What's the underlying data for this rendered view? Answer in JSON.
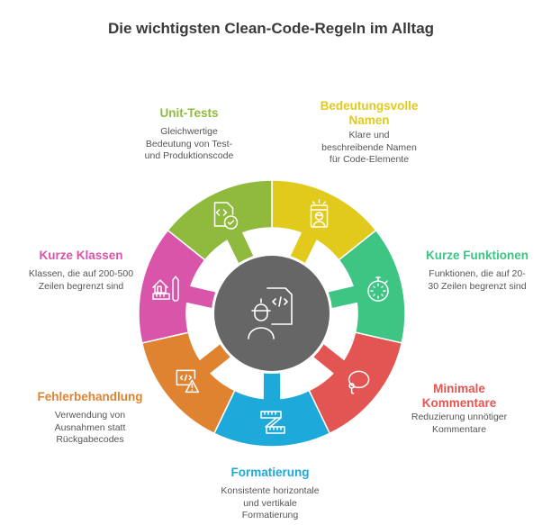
{
  "title": "Die wichtigsten Clean-Code-Regeln im Alltag",
  "center": {
    "icon": "developer-with-code-icon",
    "color": "#666666"
  },
  "segments": [
    {
      "id": "bedeutungsvolle-namen",
      "title": "Bedeutungsvolle Namen",
      "title_line1": "Bedeutungsvolle",
      "title_line2": "Namen",
      "desc_line1": "Klare und",
      "desc_line2": "beschreibende Namen",
      "desc_line3": "für Code-Elemente",
      "color": "#e1ca1c",
      "icon": "id-badge-icon"
    },
    {
      "id": "kurze-funktionen",
      "title": "Kurze Funktionen",
      "desc_line1": "Funktionen, die auf 20-",
      "desc_line2": "30 Zeilen begrenzt sind",
      "color": "#3ec584",
      "icon": "stopwatch-icon"
    },
    {
      "id": "minimale-kommentare",
      "title": "Minimale Kommentare",
      "title_line1": "Minimale",
      "title_line2": "Kommentare",
      "desc_line1": "Reduzierung unnötiger",
      "desc_line2": "Kommentare",
      "color": "#e35552",
      "icon": "speech-bubble-icon"
    },
    {
      "id": "formatierung",
      "title": "Formatierung",
      "desc_line1": "Konsistente horizontale",
      "desc_line2": "und vertikale",
      "desc_line3": "Formatierung",
      "color": "#1ea9db",
      "icon": "measuring-tape-icon"
    },
    {
      "id": "fehlerbehandlung",
      "title": "Fehlerbehandlung",
      "desc_line1": "Verwendung von",
      "desc_line2": "Ausnahmen statt",
      "desc_line3": "Rückgabecodes",
      "color": "#df8331",
      "icon": "code-warning-icon"
    },
    {
      "id": "kurze-klassen",
      "title": "Kurze Klassen",
      "desc_line1": "Klassen, die auf 200-500",
      "desc_line2": "Zeilen begrenzt sind",
      "color": "#d955a9",
      "icon": "house-blueprint-icon"
    },
    {
      "id": "unit-tests",
      "title": "Unit-Tests",
      "desc_line1": "Gleichwertige",
      "desc_line2": "Bedeutung von Test-",
      "desc_line3": "und Produktionscode",
      "color": "#8fba3d",
      "icon": "code-file-check-icon"
    }
  ]
}
